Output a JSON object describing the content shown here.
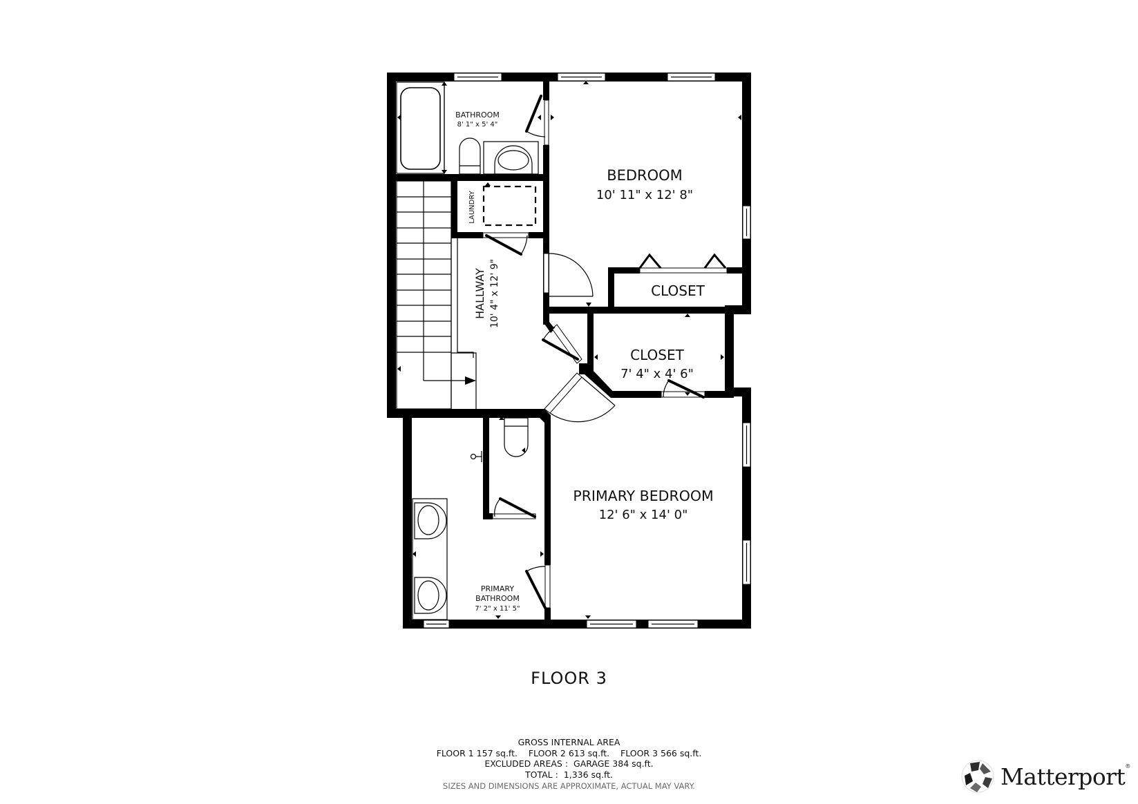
{
  "floor_plan": {
    "rooms": [
      {
        "name": "BATHROOM",
        "dimensions": "8' 1\" x 5' 4\""
      },
      {
        "name": "BEDROOM",
        "dimensions": "10' 11\" x 12' 8\""
      },
      {
        "name": "LAUNDRY",
        "dimensions": ""
      },
      {
        "name": "HALLWAY",
        "dimensions": "10' 4\" x 12' 9\""
      },
      {
        "name": "CLOSET",
        "dimensions": ""
      },
      {
        "name": "CLOSET",
        "dimensions": "7' 4\" x 4' 6\""
      },
      {
        "name": "PRIMARY BEDROOM",
        "dimensions": "12' 6\" x 14' 0\""
      },
      {
        "name": "PRIMARY",
        "line2": "BATHROOM",
        "dimensions": "7' 2\" x 11' 5\""
      }
    ],
    "floor_label": "FLOOR 3"
  },
  "area_summary": {
    "title": "GROSS INTERNAL AREA",
    "floors_line": "FLOOR 1 157 sq.ft.    FLOOR 2 613 sq.ft.    FLOOR 3 566 sq.ft.",
    "excluded_line": "EXCLUDED AREAS :  GARAGE 384 sq.ft.",
    "total_line": "TOTAL :  1,336 sq.ft.",
    "disclaimer": "SIZES AND DIMENSIONS ARE APPROXIMATE, ACTUAL MAY VARY."
  },
  "brand": {
    "name": "Matterport",
    "mark": "®",
    "icon": "matterport-logo-icon"
  }
}
